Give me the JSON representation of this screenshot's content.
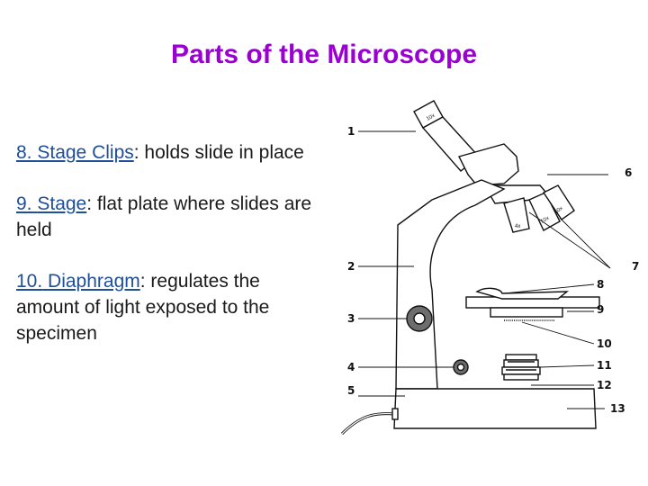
{
  "title": "Parts of the Microscope",
  "definitions": [
    {
      "number": "8.",
      "term": "Stage Clips",
      "text": ": holds slide in place"
    },
    {
      "number": "9.",
      "term": "Stage",
      "text": ": flat plate where slides are held"
    },
    {
      "number": "10.",
      "term": "Diaphragm",
      "text": ": regulates the amount of light exposed to the specimen"
    }
  ],
  "callouts": [
    "1",
    "2",
    "3",
    "4",
    "5",
    "6",
    "7",
    "8",
    "9",
    "10",
    "11",
    "12",
    "13"
  ],
  "lens_marks": [
    "10x",
    "4x",
    "10x",
    "40x"
  ],
  "colors": {
    "title": "#9b00d3",
    "term": "#1f4e9a"
  }
}
